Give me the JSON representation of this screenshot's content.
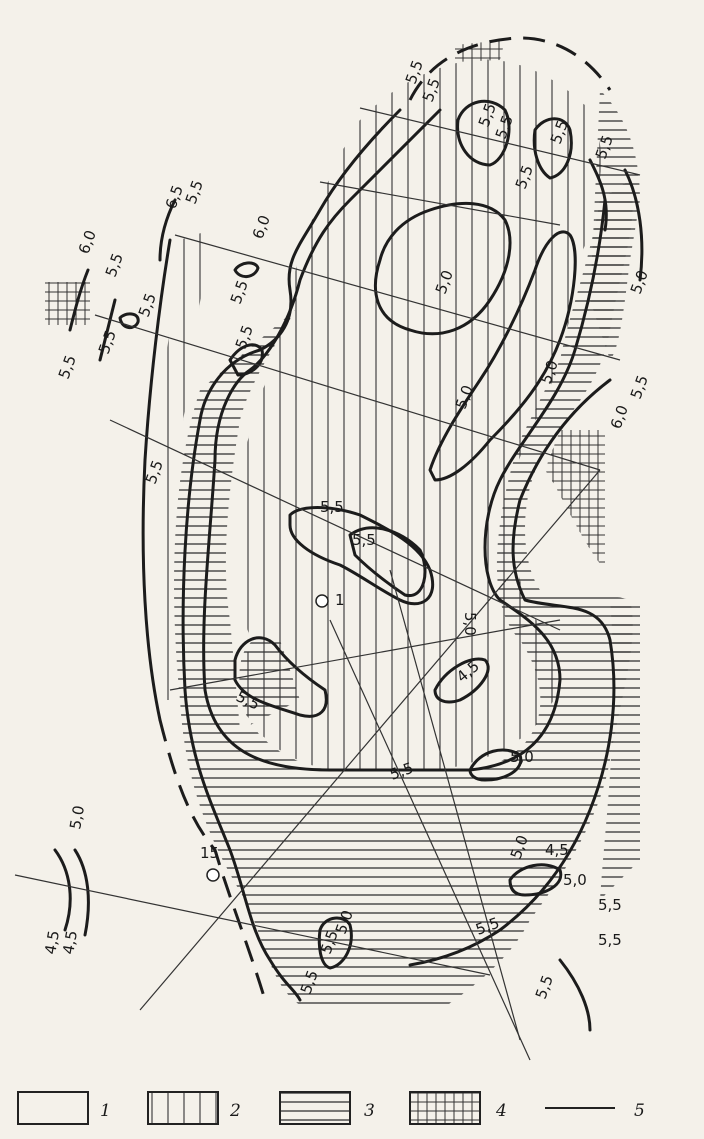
{
  "map": {
    "contour_labels": [
      {
        "id": "c1",
        "text": "5,5"
      },
      {
        "id": "c2",
        "text": "5,5"
      },
      {
        "id": "c3",
        "text": "5,5"
      },
      {
        "id": "c4",
        "text": "5,5"
      },
      {
        "id": "c5",
        "text": "5,5"
      },
      {
        "id": "c6",
        "text": "5,5"
      },
      {
        "id": "c7",
        "text": "5,5"
      },
      {
        "id": "c8",
        "text": "5,0"
      },
      {
        "id": "c9",
        "text": "5,0"
      },
      {
        "id": "c10",
        "text": "5,0"
      },
      {
        "id": "c11",
        "text": "5,0"
      },
      {
        "id": "c12",
        "text": "6,0"
      },
      {
        "id": "c13",
        "text": "5,5"
      },
      {
        "id": "c14",
        "text": "6,5"
      },
      {
        "id": "c15",
        "text": "5,5"
      },
      {
        "id": "c16",
        "text": "6,0"
      },
      {
        "id": "c17",
        "text": "6,0"
      },
      {
        "id": "c18",
        "text": "5,5"
      },
      {
        "id": "c19",
        "text": "5,5"
      },
      {
        "id": "c20",
        "text": "5,5"
      },
      {
        "id": "c21",
        "text": "5,5"
      },
      {
        "id": "c22",
        "text": "5,5"
      },
      {
        "id": "c23",
        "text": "5,5"
      },
      {
        "id": "c24",
        "text": "5,5"
      },
      {
        "id": "c25",
        "text": "5,5"
      },
      {
        "id": "c26",
        "text": "5,5"
      },
      {
        "id": "c27",
        "text": "5,5"
      },
      {
        "id": "c28",
        "text": "5,0"
      },
      {
        "id": "c29",
        "text": "4,5"
      },
      {
        "id": "c30",
        "text": "5,5"
      },
      {
        "id": "c31",
        "text": "5,5"
      },
      {
        "id": "c32",
        "text": "5,0"
      },
      {
        "id": "c33",
        "text": "4,5"
      },
      {
        "id": "c34",
        "text": "5,0"
      },
      {
        "id": "c35",
        "text": "5,0"
      },
      {
        "id": "c36",
        "text": "5,5"
      },
      {
        "id": "c37",
        "text": "5,5"
      },
      {
        "id": "c38",
        "text": "5,5"
      },
      {
        "id": "c39",
        "text": "5,0"
      },
      {
        "id": "c40",
        "text": "5,5"
      },
      {
        "id": "c41",
        "text": "5,5"
      },
      {
        "id": "c42",
        "text": "5,0"
      },
      {
        "id": "c43",
        "text": "4,5"
      },
      {
        "id": "c44",
        "text": "4,5"
      }
    ],
    "points": [
      {
        "id": "p1",
        "label": "1"
      },
      {
        "id": "p15",
        "label": "15"
      }
    ]
  },
  "legend": {
    "items": [
      {
        "number": "1",
        "pattern": "blank"
      },
      {
        "number": "2",
        "pattern": "vertical-hatch"
      },
      {
        "number": "3",
        "pattern": "horizontal-hatch"
      },
      {
        "number": "4",
        "pattern": "grid"
      },
      {
        "number": "5",
        "pattern": "line"
      }
    ]
  }
}
